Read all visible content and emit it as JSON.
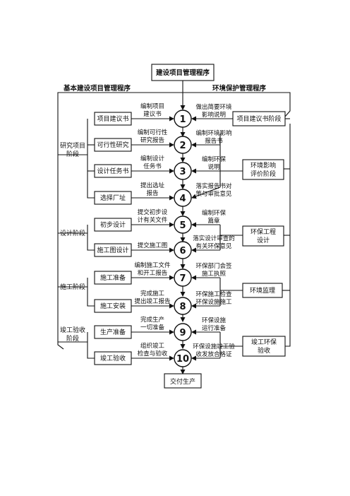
{
  "top_box": "建设项目管理程序",
  "bottom_box": "交付生产",
  "left_title": "基本建设项目管理程序",
  "right_title": "环境保护管理程序",
  "stages": [
    {
      "line1": "研究项目",
      "line2": "阶段"
    },
    {
      "line1": "设计阶段",
      "line2": ""
    },
    {
      "line1": "施工阶段",
      "line2": ""
    },
    {
      "line1": "竣工验收",
      "line2": "阶段"
    }
  ],
  "left_steps": [
    "项目建议书",
    "可行性研究",
    "设计任务书",
    "选择厂址",
    "初步设计",
    "施工图设计",
    "施工准备",
    "施工安装",
    "生产准备",
    "竣工验收"
  ],
  "nodes": [
    "1",
    "2",
    "3",
    "4",
    "5",
    "6",
    "7",
    "8",
    "9",
    "10"
  ],
  "left_labels": [
    {
      "line1": "编制项目",
      "line2": "建议书"
    },
    {
      "line1": "编制可行性",
      "line2": "研究报告"
    },
    {
      "line1": "编制设计",
      "line2": "任务书"
    },
    {
      "line1": "提出选址",
      "line2": "报告"
    },
    {
      "line1": "提交初步设",
      "line2": "计有关文件"
    },
    {
      "line1": "提交施工图",
      "line2": ""
    },
    {
      "line1": "编制施工文件",
      "line2": "和开工报告"
    },
    {
      "line1": "完成施工",
      "line2": "提出竣工报告"
    },
    {
      "line1": "完成生产",
      "line2": "一切准备"
    },
    {
      "line1": "组织竣工",
      "line2": "检查与验收"
    }
  ],
  "right_labels": [
    {
      "line1": "做出简要环境",
      "line2": "影响说明"
    },
    {
      "line1": "编制环境影响",
      "line2": "报告书"
    },
    {
      "line1": "编制环保",
      "line2": "说明"
    },
    {
      "line1": "落实报告书对",
      "line2": "策与审批意见"
    },
    {
      "line1": "编制环保",
      "line2": "篇章"
    },
    {
      "line1": "落实设计审查的",
      "line2": "有关环保意见"
    },
    {
      "line1": "环保部门会签",
      "line2": "施工执照"
    },
    {
      "line1": "环保施工检查",
      "line2": "环保设施施工"
    },
    {
      "line1": "环保设施",
      "line2": "运行准备"
    },
    {
      "line1": "环保设施竣工验",
      "line2": "收发放合格证"
    }
  ],
  "right_boxes": [
    {
      "line1": "项目建议书阶段",
      "line2": ""
    },
    {
      "line1": "环境影响",
      "line2": "评价阶段"
    },
    {
      "line1": "环保工程",
      "line2": "设计"
    },
    {
      "line1": "环境监理",
      "line2": ""
    },
    {
      "line1": "竣工环保",
      "line2": "验收"
    }
  ]
}
